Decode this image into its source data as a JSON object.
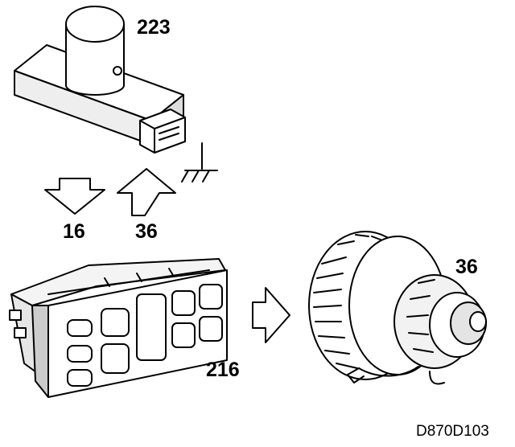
{
  "labels": {
    "sensor_module": "223",
    "arrow_down": "16",
    "arrow_up": "36",
    "control_panel": "216",
    "blower_motor": "36",
    "drawing_ref": "D870D103"
  },
  "colors": {
    "line": "#000000",
    "fill": "#ffffff",
    "shade": "#d8d8d8"
  }
}
